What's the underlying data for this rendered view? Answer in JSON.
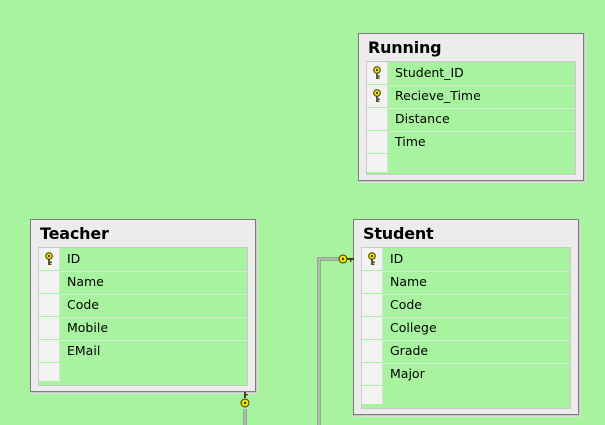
{
  "tables": [
    {
      "id": "running",
      "title": "Running",
      "columns": [
        {
          "name": "Student_ID",
          "primary_key": true
        },
        {
          "name": "Recieve_Time",
          "primary_key": true
        },
        {
          "name": "Distance",
          "primary_key": false
        },
        {
          "name": "Time",
          "primary_key": false
        }
      ]
    },
    {
      "id": "teacher",
      "title": "Teacher",
      "columns": [
        {
          "name": "ID",
          "primary_key": true
        },
        {
          "name": "Name",
          "primary_key": false
        },
        {
          "name": "Code",
          "primary_key": false
        },
        {
          "name": "Mobile",
          "primary_key": false
        },
        {
          "name": "EMail",
          "primary_key": false
        }
      ]
    },
    {
      "id": "student",
      "title": "Student",
      "columns": [
        {
          "name": "ID",
          "primary_key": true
        },
        {
          "name": "Name",
          "primary_key": false
        },
        {
          "name": "Code",
          "primary_key": false
        },
        {
          "name": "College",
          "primary_key": false
        },
        {
          "name": "Grade",
          "primary_key": false
        },
        {
          "name": "Major",
          "primary_key": false
        }
      ]
    }
  ],
  "colors": {
    "canvas_background": "#a7f3a0",
    "table_frame": "#ececec",
    "key_icon": "#f2e200"
  },
  "icons": {
    "primary_key": "key-icon",
    "relationship_end": "relationship-key-icon"
  }
}
